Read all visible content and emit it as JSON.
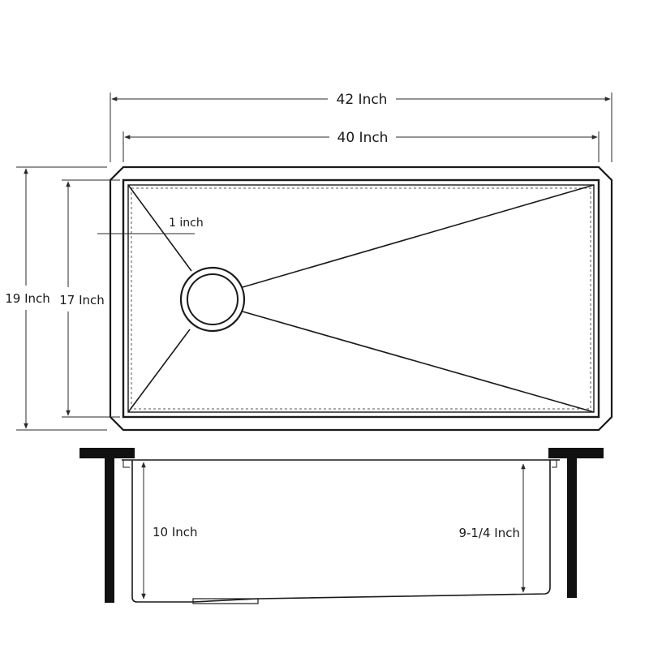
{
  "dimensions": {
    "overall_width": "42 Inch",
    "bowl_width": "40 Inch",
    "overall_depth": "19 Inch",
    "bowl_depth": "17 Inch",
    "rim_width": "1 inch",
    "total_height": "10 Inch",
    "bowl_height": "9-1/4 Inch"
  },
  "colors": {
    "line": "#1a1a1a",
    "counter": "#111111",
    "background": "#ffffff"
  }
}
